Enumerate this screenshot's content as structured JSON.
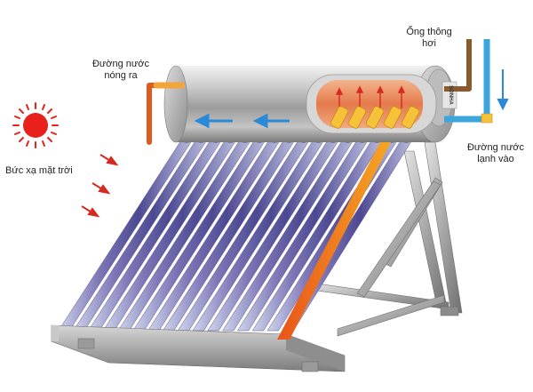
{
  "labels": {
    "hot_water_out": [
      "Đường nước",
      "nóng ra"
    ],
    "vent_pipe": [
      "Ống thông",
      "hơi"
    ],
    "cold_water_in": [
      "Đường nước",
      "lạnh vào"
    ],
    "solar_radiation": "Bức xạ mặt trời"
  },
  "brand_text": "SONHA",
  "colors": {
    "sun": "#e8211d",
    "hot_pipe": "#e05a1d",
    "cold_pipe": "#3aa6dc",
    "heat_arrow": "#d52a1f",
    "flow_arrow": "#2b8ad8",
    "tube": "#6b5fa8",
    "vent_pipe": "#8a5a2c"
  },
  "tube_count": 16
}
